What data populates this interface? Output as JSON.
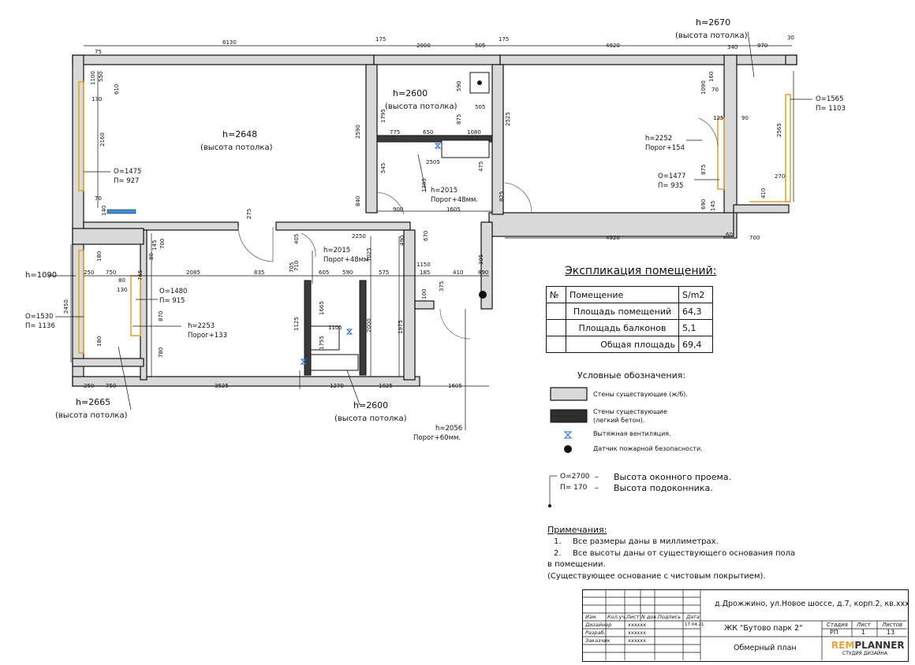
{
  "rooms": {
    "big_room": {
      "h": "h=2648",
      "note": "(высота потолка)"
    },
    "top_mid": {
      "h": "h=2600",
      "note": "(высота потолка)"
    },
    "top_right": {
      "h": "h=2670",
      "note": "(высота потолка)"
    },
    "left_bottom": {
      "h": "h=2665",
      "note": "(высота потолка)"
    },
    "bath": {
      "h": "h=2600",
      "note": "(высота потолка)"
    },
    "left_h": "h=1090"
  },
  "doors": [
    {
      "h": "h=2015",
      "porog": "Порог+48мм."
    },
    {
      "h": "h=2015",
      "porog": "Порог+48мм"
    },
    {
      "h": "h=2056",
      "porog": "Порог+60мм."
    },
    {
      "h": "h=2252",
      "porog": "Порог+154"
    },
    {
      "h": "h=2253",
      "porog": "Порог+133"
    }
  ],
  "windows": [
    {
      "o": "O=1475",
      "p": "П= 927"
    },
    {
      "o": "O=1480",
      "p": "П= 915"
    },
    {
      "o": "O=1530",
      "p": "П= 1136"
    },
    {
      "o": "O=1565",
      "p": "П= 1103"
    },
    {
      "o": "O=1477",
      "p": "П= 935"
    }
  ],
  "dims_top": [
    "6130",
    "175",
    "2000",
    "505",
    "175",
    "4920",
    "340",
    "970",
    "30",
    "75"
  ],
  "dims_misc": [
    "2590",
    "1795",
    "775",
    "650",
    "1080",
    "2525",
    "875",
    "590",
    "505",
    "2505",
    "475",
    "545",
    "1385",
    "840",
    "900",
    "1605",
    "825",
    "2160",
    "130",
    "610",
    "550",
    "1100",
    "70",
    "140",
    "4920",
    "60",
    "700",
    "1090",
    "160",
    "70",
    "125",
    "90",
    "2565",
    "270",
    "875",
    "690",
    "145",
    "410",
    "2250",
    "490",
    "670",
    "705",
    "405",
    "710",
    "605",
    "590",
    "575",
    "1025",
    "1150",
    "185",
    "410",
    "890",
    "305",
    "1665",
    "1105",
    "1125",
    "2000",
    "1975",
    "1755",
    "375",
    "100",
    "275",
    "2085",
    "835",
    "750",
    "250",
    "80",
    "130",
    "765",
    "870",
    "2450",
    "780",
    "3525",
    "1270",
    "1025",
    "1605",
    "250",
    "750",
    "180",
    "180",
    "145",
    "80",
    "700"
  ],
  "explication": {
    "title": "Экспликация помещений:",
    "head": [
      "№",
      "Помещение",
      "S/m2"
    ],
    "rows": [
      [
        "",
        "Площадь помещений",
        "64,3"
      ],
      [
        "",
        "Площадь балконов",
        "5,1"
      ],
      [
        "",
        "Общая площадь",
        "69,4"
      ]
    ]
  },
  "legend": {
    "title": "Условные обозначения:",
    "items": [
      "Стены существующие (ж/б).",
      "Стены существующие",
      "(легкий бетон).",
      "Вытяжная вентиляция.",
      "Датчик пожарной безопасности."
    ],
    "o_label": "O=2700",
    "p_label": "П= 170",
    "dash": "–",
    "o_desc": "Высота оконного проема.",
    "p_desc": "Высота подоконника."
  },
  "notes": {
    "title": "Примечания:",
    "n1": "1.",
    "t1": "Все размеры даны в миллиметрах.",
    "n2": "2.",
    "t2": "Все высоты даны от существующего основания пола",
    "t3": "в помещении.",
    "t4": "(Существующее основание с чистовым покрытием)."
  },
  "stamp": {
    "address": "д.Дрожжино, ул.Новое шоссе, д.7, корп.2, кв.xxx",
    "cols": [
      "Изм.",
      "Кол.уч.",
      "Лист",
      "N док.",
      "Подпись",
      "Дата"
    ],
    "roles": [
      "Дизайнер",
      "Разраб.",
      "Заказчик"
    ],
    "marks": [
      "xxxxxx",
      "xxxxxx",
      "xxxxxx"
    ],
    "date": "17.04.21",
    "project": "ЖК \"Бутово парк 2\"",
    "stage_h": "Стадия",
    "sheet_h": "Лист",
    "sheets_h": "Листов",
    "stage": "РП",
    "sheet": "1",
    "sheets": "13",
    "doc": "Обмерный план",
    "brand_a": "REM",
    "brand_b": "PLANNER",
    "brand_sub": "СТУДИЯ ДИЗАЙНА"
  },
  "colors": {
    "window": "#e3a33a",
    "vent": "#2a6bd6",
    "radiator": "#3b8fd9"
  }
}
